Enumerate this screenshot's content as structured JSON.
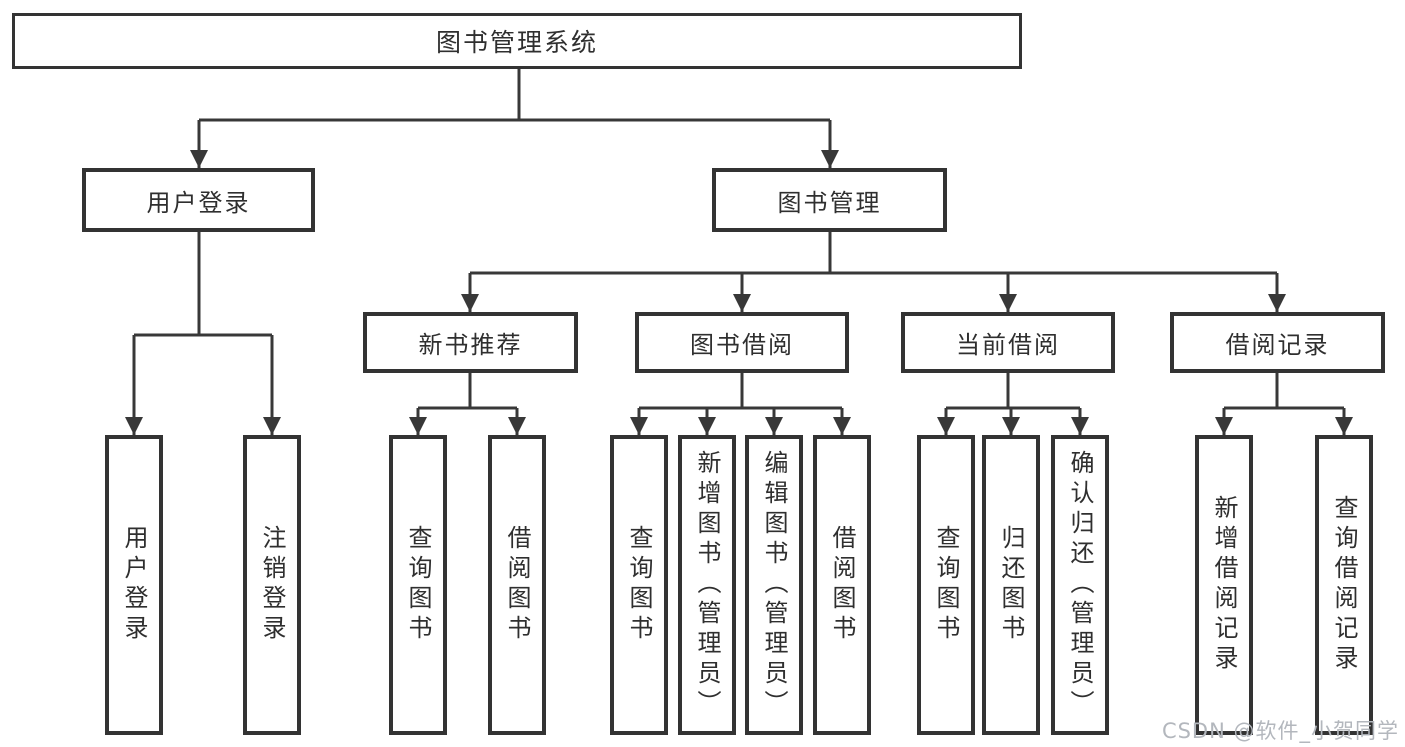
{
  "tree": {
    "root": "图书管理系统",
    "children": [
      {
        "label": "用户登录",
        "children": [
          {
            "label": "用户登录"
          },
          {
            "label": "注销登录"
          }
        ]
      },
      {
        "label": "图书管理",
        "children": [
          {
            "label": "新书推荐",
            "children": [
              {
                "label": "查询图书"
              },
              {
                "label": "借阅图书"
              }
            ]
          },
          {
            "label": "图书借阅",
            "children": [
              {
                "label": "查询图书"
              },
              {
                "label": "新增图书（管理员）"
              },
              {
                "label": "编辑图书（管理员）"
              },
              {
                "label": "借阅图书"
              }
            ]
          },
          {
            "label": "当前借阅",
            "children": [
              {
                "label": "查询图书"
              },
              {
                "label": "归还图书"
              },
              {
                "label": "确认归还（管理员）"
              }
            ]
          },
          {
            "label": "借阅记录",
            "children": [
              {
                "label": "新增借阅记录"
              },
              {
                "label": "查询借阅记录"
              }
            ]
          }
        ]
      }
    ]
  },
  "watermark": {
    "text": "CSDN @软件_小贺同学"
  },
  "colors": {
    "box_border": "#333333",
    "connector": "#383838",
    "text": "#2f2f2f",
    "watermark": "#b3b7bd",
    "background": "#ffffff"
  }
}
